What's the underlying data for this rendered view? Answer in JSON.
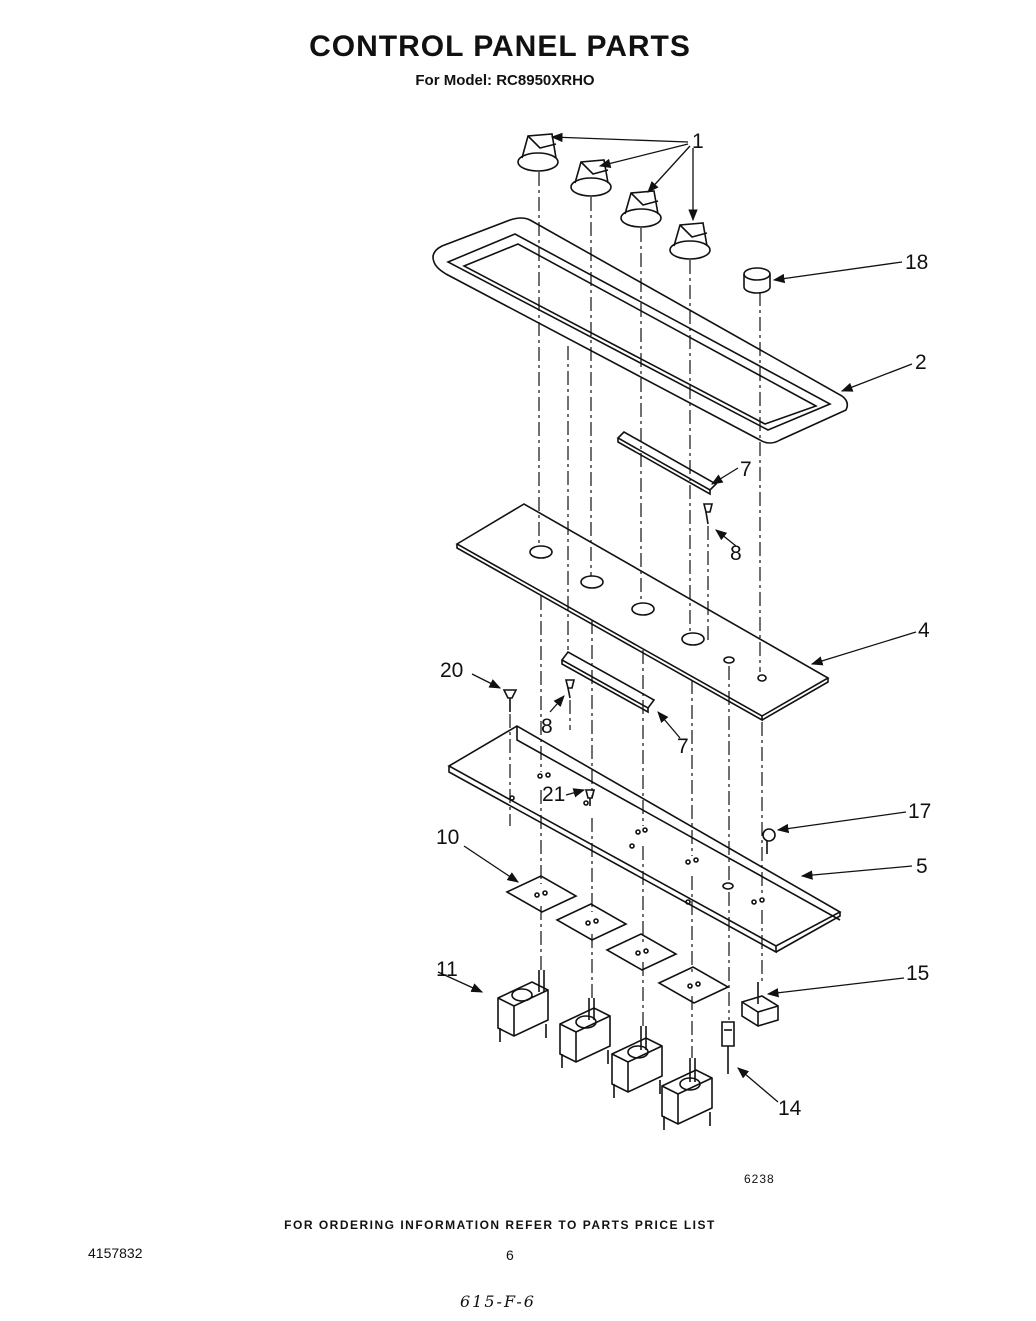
{
  "header": {
    "title": "CONTROL PANEL PARTS",
    "subtitle": "For Model: RC8950XRHO"
  },
  "callouts": {
    "p1": "1",
    "p18": "18",
    "p2": "2",
    "p7a": "7",
    "p8a": "8",
    "p4": "4",
    "p20": "20",
    "p8b": "8",
    "p7b": "7",
    "p21": "21",
    "p17": "17",
    "p10": "10",
    "p5": "5",
    "p11": "11",
    "p15": "15",
    "p14": "14"
  },
  "drawing_number": "6238",
  "footer": {
    "note": "FOR ORDERING INFORMATION REFER TO PARTS PRICE LIST",
    "doc_number": "4157832",
    "page_number": "6",
    "handwritten": "615-F-6"
  }
}
